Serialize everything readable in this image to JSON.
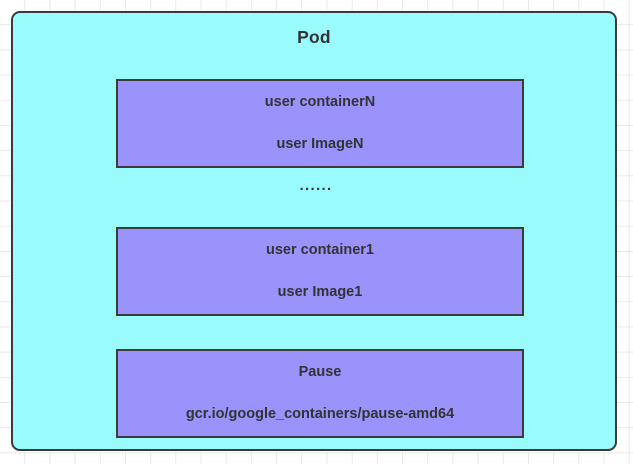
{
  "diagram": {
    "title": "Pod",
    "background_color": "#ffffff",
    "grid_color": "#e8e8e8",
    "pod_fill_color": "#99fbfb",
    "container_fill_color": "#9b93fc",
    "border_color": "#3b3b3b",
    "text_color": "#333333",
    "ellipsis": "······",
    "containers": [
      {
        "id": "container-n",
        "name": "user containerN",
        "image": "user ImageN"
      },
      {
        "id": "container-1",
        "name": "user container1",
        "image": "user Image1"
      },
      {
        "id": "pause",
        "name": "Pause",
        "image": "gcr.io/google_containers/pause-amd64"
      }
    ]
  }
}
